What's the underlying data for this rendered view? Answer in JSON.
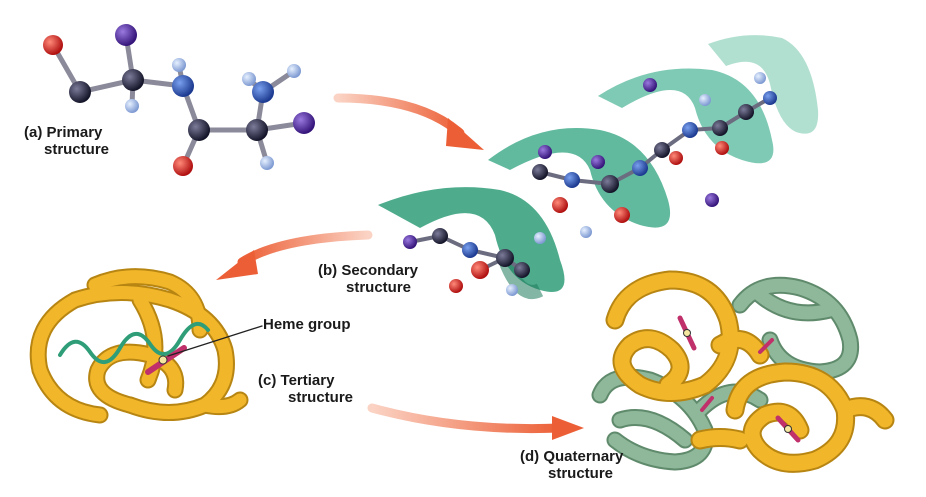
{
  "labels": {
    "primary_tag": "(a)",
    "primary_line1": "Primary",
    "primary_line2": "structure",
    "secondary_tag": "(b)",
    "secondary_line1": "Secondary",
    "secondary_line2": "structure",
    "tertiary_tag": "(c)",
    "tertiary_line1": "Tertiary",
    "tertiary_line2": "structure",
    "quaternary_tag": "(d)",
    "quaternary_line1": "Quaternary",
    "quaternary_line2": "structure",
    "heme": "Heme group"
  },
  "colors": {
    "carbon": "#1c1c2e",
    "oxygen": "#d42020",
    "nitrogen": "#2a4fb0",
    "r_group": "#4a1f9e",
    "hydrogen": "#9db8e6",
    "ribbon": "#2f9e78",
    "subunit_gold": "#f1b62a",
    "subunit_green": "#7faa8a",
    "arrow": "#ee6a45",
    "heme": "#c0306a"
  }
}
